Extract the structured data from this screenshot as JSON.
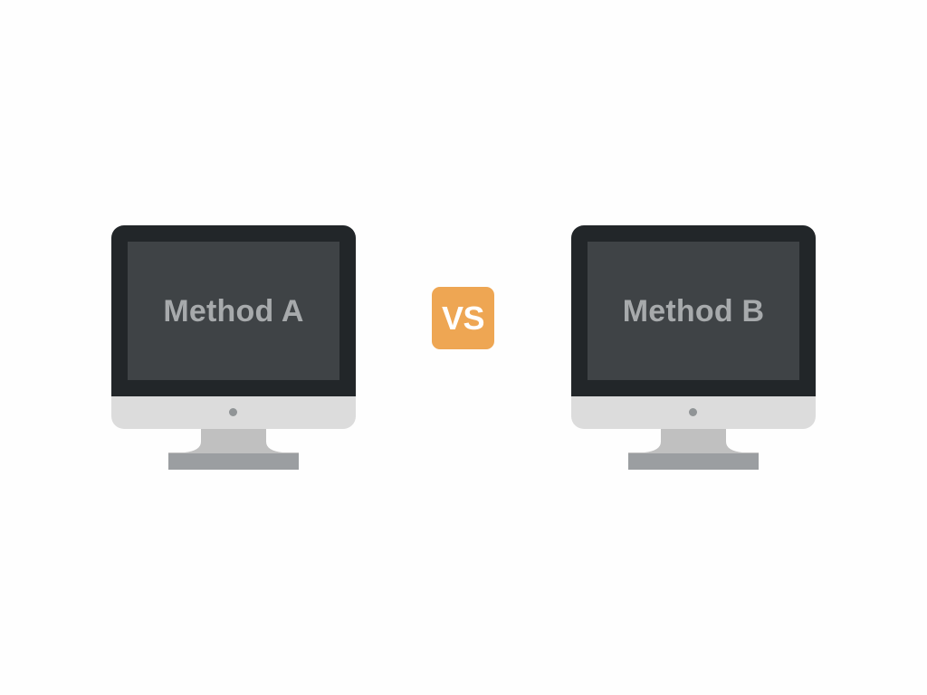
{
  "comparison": {
    "left": {
      "label": "Method A"
    },
    "badge": {
      "label": "VS",
      "color": "#eea653"
    },
    "right": {
      "label": "Method B"
    }
  },
  "icons": {
    "monitor": "desktop-monitor-icon"
  },
  "colors": {
    "bezel": "#222629",
    "screen": "#3f4346",
    "screen_text": "#a7aaac",
    "chin": "#dcdcdc",
    "stand": "#c0c0c0",
    "base": "#9b9ea1",
    "background": "#fefefe"
  }
}
